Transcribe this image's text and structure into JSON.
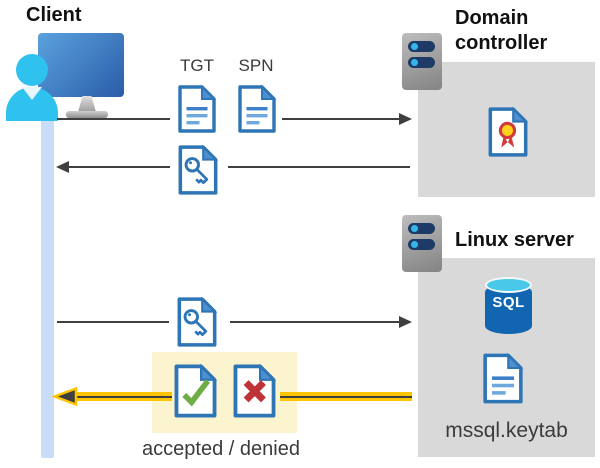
{
  "diagram": {
    "client_label": "Client",
    "tgt_label": "TGT",
    "spn_label": "SPN",
    "domain_controller_label": "Domain controller",
    "linux_server_label": "Linux server",
    "sql_label": "SQL",
    "keytab_label": "mssql.keytab",
    "result_label": "accepted / denied"
  },
  "icons": {
    "client": "client-user-monitor-icon",
    "servers": [
      "domain-controller-server-icon",
      "linux-server-icon"
    ],
    "documents": [
      "tgt-document-icon",
      "spn-document-icon",
      "key-document-icon",
      "certificate-document-icon",
      "accepted-document-icon",
      "denied-document-icon",
      "keytab-document-icon"
    ],
    "database": "sql-database-icon"
  },
  "colors": {
    "doc_border": "#2e75b6",
    "doc_fold": "#4d8fd0",
    "doc_line_dark": "#3d7ec8",
    "doc_line_light": "#6fa8dc",
    "lifeline": "#c8def8",
    "arrow": "#3f3f3f",
    "highlight_arrow": "#ffc400",
    "highlight_box": "#fcf3cf",
    "panel_gray": "#d9d9d9",
    "server_pill": "#1e3a66",
    "server_dot": "#35b6e8",
    "check_green": "#6fac46",
    "cross_red": "#be3238",
    "sql_blue": "#1266b1",
    "sql_top": "#49c8ea",
    "person_cyan": "#30c2ee",
    "seal_yellow": "#ffd21e",
    "seal_red": "#d23b3b"
  }
}
